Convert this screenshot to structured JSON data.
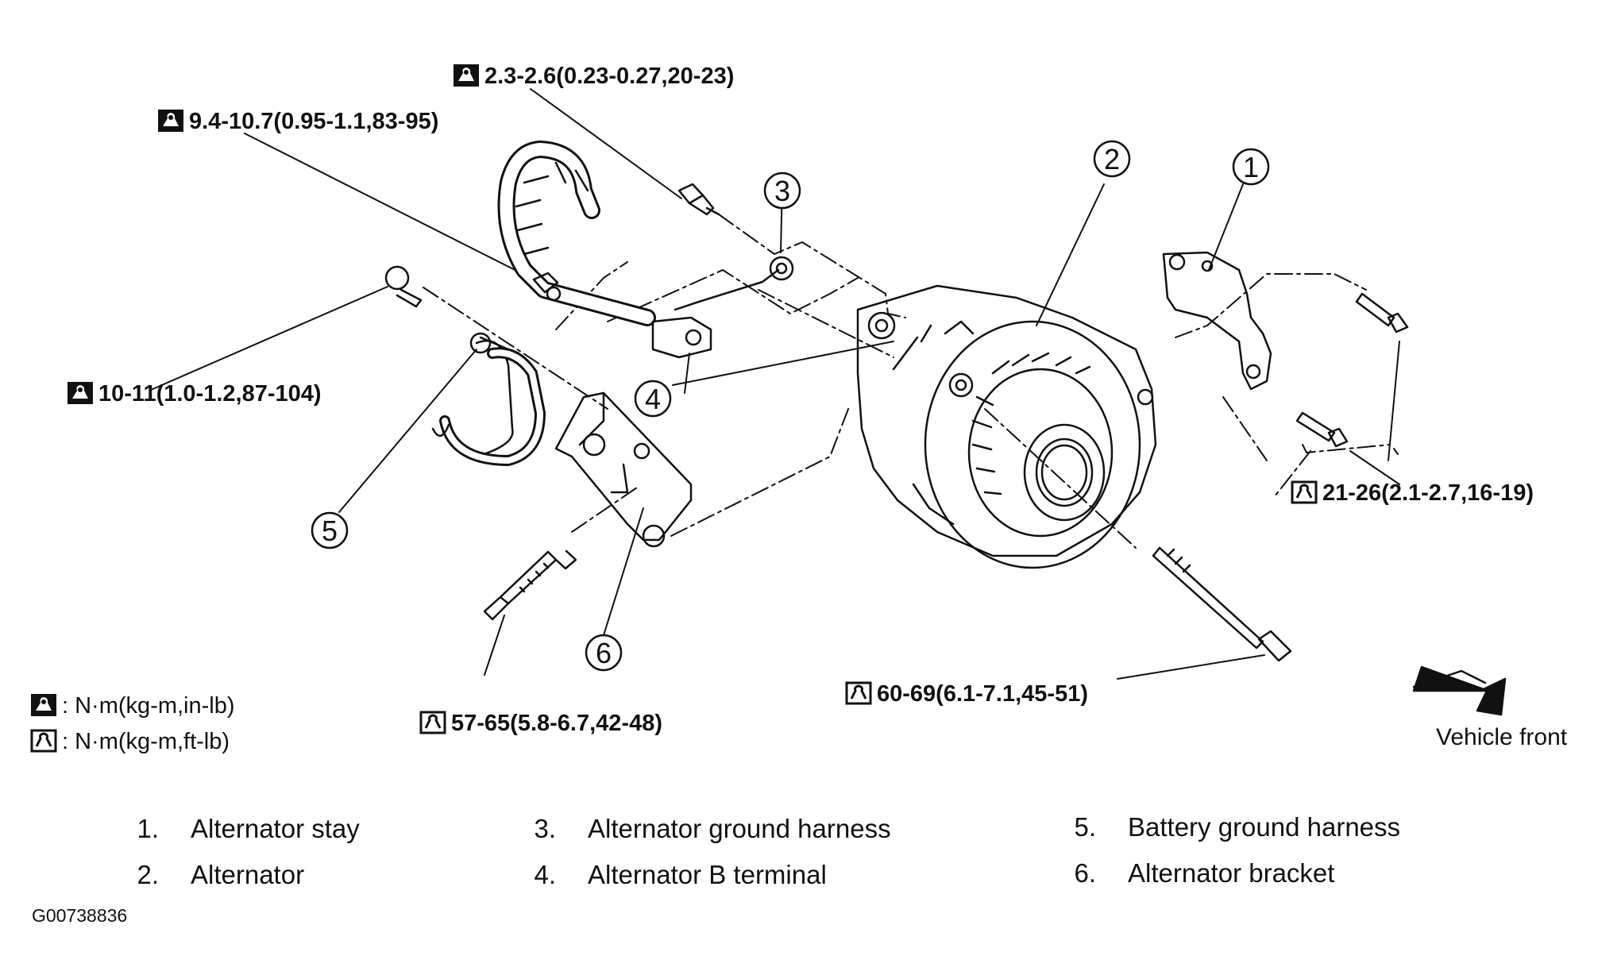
{
  "torque_labels": [
    {
      "id": "t1",
      "icon": "torque-wrench-inlb-icon",
      "text": "2.3-2.6(0.23-0.27,20-23)"
    },
    {
      "id": "t2",
      "icon": "torque-wrench-inlb-icon",
      "text": "9.4-10.7(0.95-1.1,83-95)"
    },
    {
      "id": "t3",
      "icon": "torque-wrench-inlb-icon",
      "text": "10-11(1.0-1.2,87-104)"
    },
    {
      "id": "t4",
      "icon": "torque-wrench-ftlb-icon",
      "text": "21-26(2.1-2.7,16-19)"
    },
    {
      "id": "t5",
      "icon": "torque-wrench-ftlb-icon",
      "text": "60-69(6.1-7.1,45-51)"
    },
    {
      "id": "t6",
      "icon": "torque-wrench-ftlb-icon",
      "text": "57-65(5.8-6.7,42-48)"
    }
  ],
  "callouts": [
    "1",
    "2",
    "3",
    "4",
    "5",
    "6"
  ],
  "units_legend": [
    {
      "icon": "torque-wrench-inlb-icon",
      "text": ": N·m(kg-m,in-lb)"
    },
    {
      "icon": "torque-wrench-ftlb-icon",
      "text": ": N·m(kg-m,ft-lb)"
    }
  ],
  "direction_label": "Vehicle front",
  "parts": [
    {
      "num": "1.",
      "name": "Alternator stay"
    },
    {
      "num": "2.",
      "name": "Alternator"
    },
    {
      "num": "3.",
      "name": "Alternator ground harness"
    },
    {
      "num": "4.",
      "name": "Alternator B terminal"
    },
    {
      "num": "5.",
      "name": "Battery ground harness"
    },
    {
      "num": "6.",
      "name": "Alternator bracket"
    }
  ],
  "figure_code": "G00738836"
}
